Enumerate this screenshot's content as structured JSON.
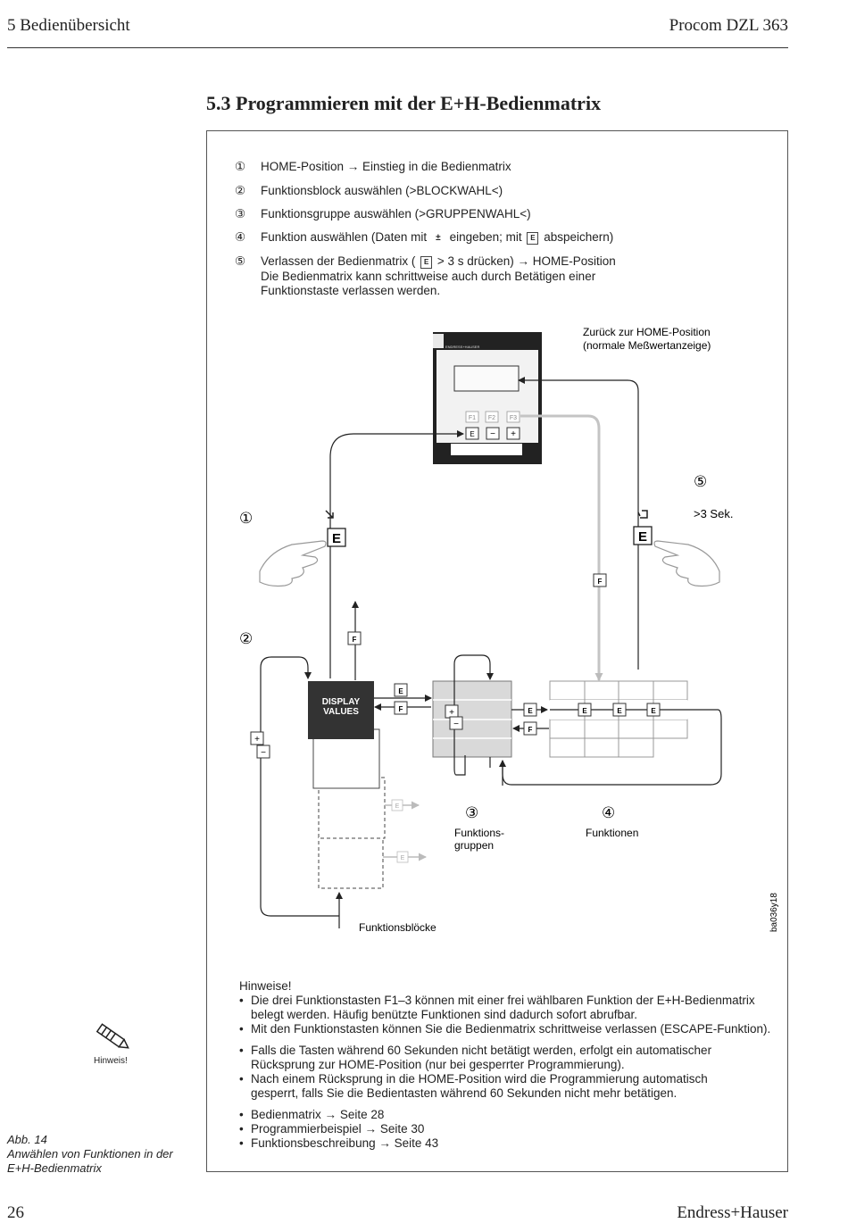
{
  "header": {
    "left": "5  Bedienübersicht",
    "right": "Procom DZL 363"
  },
  "section_title": "5.3  Programmieren mit der E+H-Bedienmatrix",
  "steps": [
    {
      "num": "①",
      "text": "HOME-Position  →  Einstieg in die Bedienmatrix"
    },
    {
      "num": "②",
      "text": "Funktionsblock auswählen (>BLOCKWAHL<)"
    },
    {
      "num": "③",
      "text": "Funktionsgruppe auswählen (>GRUPPENWAHL<)"
    },
    {
      "num": "④",
      "a": "Funktion auswählen (Daten mit",
      "b": "eingeben; mit",
      "c": "abspeichern)"
    },
    {
      "num": "⑤",
      "a": "Verlassen der Bedienmatrix (",
      "b": "> 3 s drücken)  →  HOME-Position",
      "line2": "Die Bedienmatrix kann schrittweise auch durch Betätigen einer",
      "line3": "Funktionstaste verlassen werden."
    }
  ],
  "keys": {
    "e": "E",
    "f": "F",
    "plus": "+",
    "minus": "−",
    "f1": "F1",
    "f2": "F2",
    "f3": "F3"
  },
  "diagram": {
    "device_brand": "ENDRESS+HAUSER",
    "home_label_1": "Zurück zur HOME-Position",
    "home_label_2": "(normale Meßwertanzeige)",
    "num1": "①",
    "num2": "②",
    "num3": "③",
    "num4": "④",
    "num5": "⑤",
    "seconds": ">3 Sek.",
    "display_1": "DISPLAY",
    "display_2": "VALUES",
    "groups_1": "Funktions-",
    "groups_2": "gruppen",
    "functions": "Funktionen",
    "blocks": "Funktionsblöcke",
    "code": "ba036y18"
  },
  "notes": {
    "heading": "Hinweise!",
    "group1": [
      [
        "Die drei Funktionstasten F1–3 können mit einer frei wählbaren Funktion der E+H-Bedienmatrix",
        "belegt werden. Häufig benützte Funktionen sind dadurch sofort abrufbar."
      ],
      [
        "Mit den Funktionstasten können Sie die Bedienmatrix schrittweise verlassen (ESCAPE-Funktion)."
      ]
    ],
    "group2": [
      [
        "Falls die Tasten während 60 Sekunden nicht betätigt werden, erfolgt ein automatischer",
        "Rücksprung zur HOME-Position (nur bei gesperrter Programmierung)."
      ],
      [
        "Nach einem Rücksprung in die HOME-Position wird die Programmierung automatisch",
        "gesperrt, falls Sie die Bedientasten während 60 Sekunden nicht mehr betätigen."
      ]
    ],
    "refs": [
      {
        "name": "Bedienmatrix",
        "page": "Seite 28"
      },
      {
        "name": "Programmierbeispiel",
        "page": "Seite 30"
      },
      {
        "name": "Funktionsbeschreibung",
        "page": "Seite 43"
      }
    ]
  },
  "hinweis_label": "Hinweis!",
  "caption": {
    "line1": "Abb. 14",
    "line2": "Anwählen von Funktionen in der",
    "line3": "E+H-Bedienmatrix"
  },
  "footer": {
    "page": "26",
    "brand": "Endress+Hauser"
  }
}
